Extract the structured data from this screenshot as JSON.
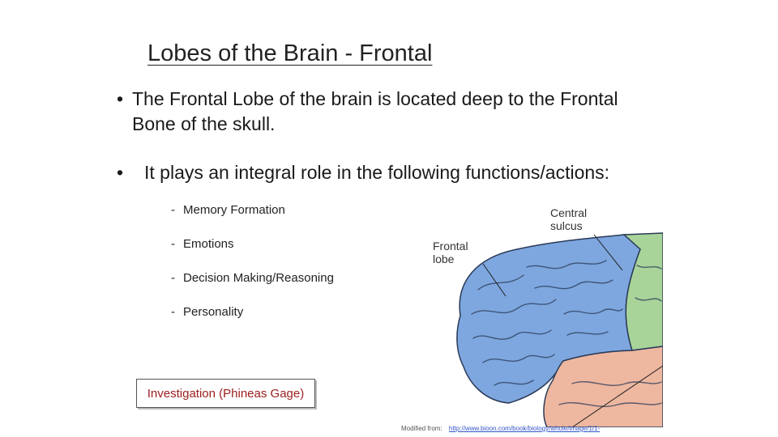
{
  "slide": {
    "title": "Lobes of the Brain - Frontal",
    "bullets": [
      {
        "marker": "•",
        "text": "The Frontal Lobe of the brain is located deep to the Frontal Bone of the skull."
      },
      {
        "marker": "•",
        "text": "It plays an integral role in the following functions/actions:"
      }
    ],
    "functions": [
      "Memory Formation",
      "Emotions",
      "Decision Making/Reasoning",
      "Personality"
    ],
    "sub_marker": "-",
    "investigation_label": "Investigation (Phineas Gage)"
  },
  "figure": {
    "label_central": "Central\nsulcus",
    "label_frontal": "Frontal\nlobe",
    "colors": {
      "frontal": "#7ea7df",
      "parietal": "#a8d49a",
      "temporal": "#eeb7a0",
      "outline": "#2a3a58"
    }
  },
  "credit": {
    "prefix": "Modified from:",
    "link": "http://www.bioon.com/book/biology/whole/image/1/1-"
  }
}
